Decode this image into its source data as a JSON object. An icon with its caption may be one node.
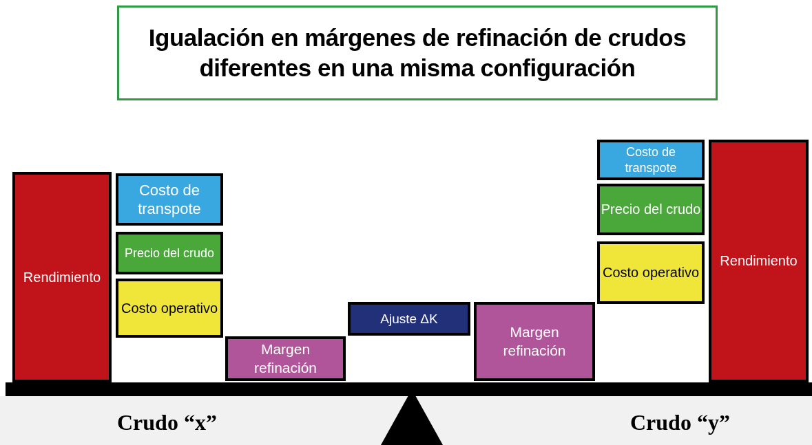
{
  "diagram": {
    "title": "Igualación en márgenes de refinación de crudos diferentes en una misma configuración",
    "nodes": [
      {
        "text": [
          "Rendimiento"
        ]
      },
      {
        "text": [
          "Costo de transpote"
        ]
      },
      {
        "text": [
          "Precio del crudo"
        ]
      },
      {
        "text": [
          "Costo operativo"
        ]
      },
      {
        "text": [
          "Margen refinación"
        ]
      },
      {
        "text": [
          "Ajuste ΔK"
        ]
      },
      {
        "text": [
          "Margen refinación"
        ]
      },
      {
        "text": [
          "Costo de transpote"
        ]
      },
      {
        "text": [
          "Precio del crudo"
        ]
      },
      {
        "text": [
          "Costo operativo"
        ]
      },
      {
        "text": [
          "Rendimiento"
        ]
      }
    ],
    "labels": [
      "Crudo “x”",
      "Crudo “y”"
    ]
  }
}
